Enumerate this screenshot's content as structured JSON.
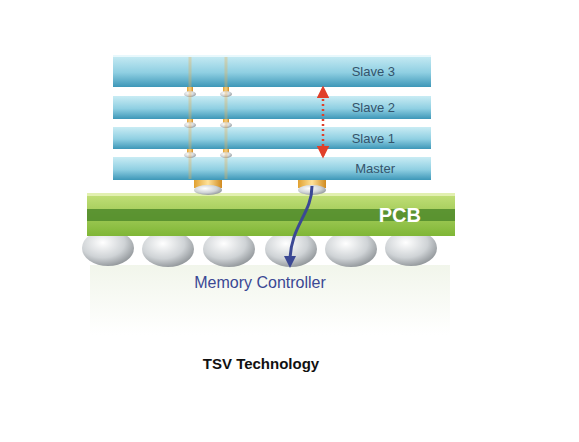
{
  "diagram": {
    "caption": "TSV Technology",
    "nodes": [
      {
        "text": [
          "Slave 3"
        ]
      },
      {
        "text": [
          "Slave 2"
        ]
      },
      {
        "text": [
          "Slave 1"
        ]
      },
      {
        "text": [
          "Master"
        ]
      },
      {
        "text": [
          "PCB"
        ]
      }
    ],
    "edges": [
      {
        "from": 3,
        "to": 0,
        "arrow": "both"
      }
    ],
    "labels": [
      "Memory Controller"
    ]
  }
}
